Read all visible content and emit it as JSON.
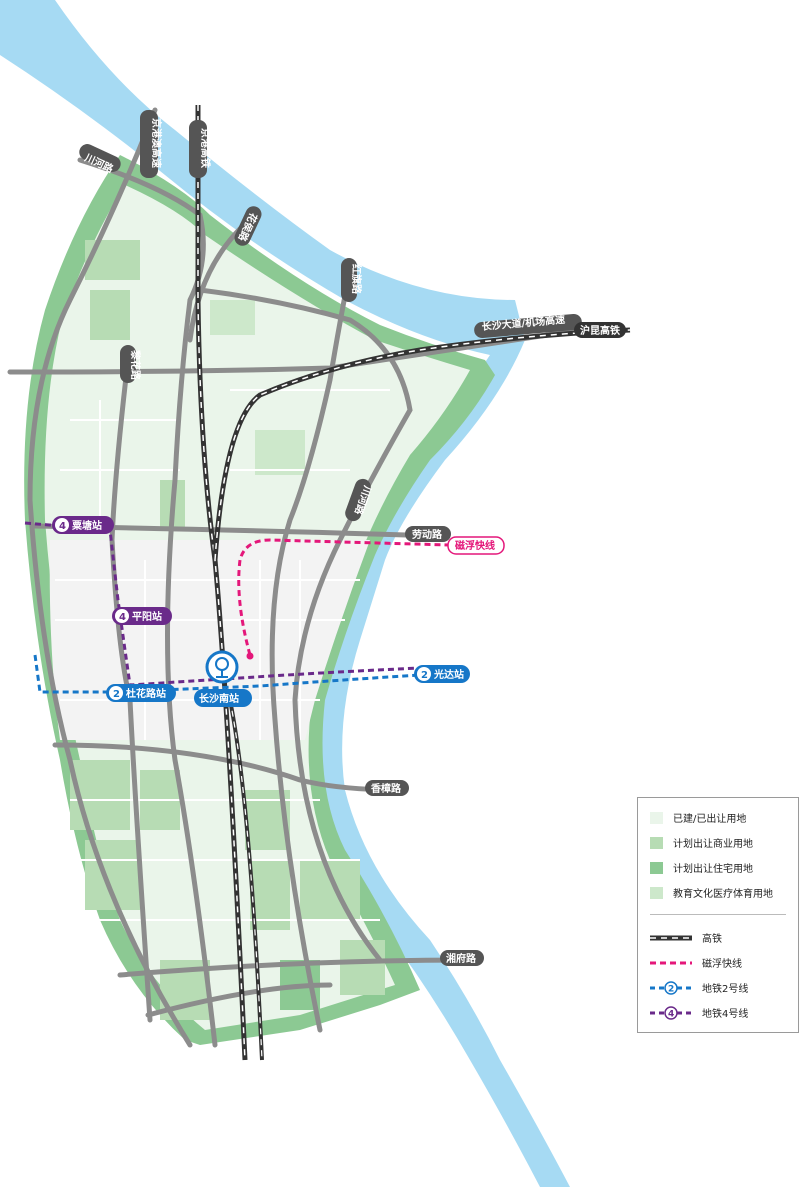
{
  "colors": {
    "river": "#a6daf3",
    "built": "#eaf5ea",
    "commercial": "#b7dcb4",
    "residential": "#8cc993",
    "education": "#cde8cb",
    "road": "#8c8c8c",
    "rail": "#333333",
    "maglev": "#e4177a",
    "metro2": "#1677c8",
    "metro4": "#6a2a8a"
  },
  "roads": {
    "jinggang_expressway": "京港澳高速",
    "jinggang_hsr": "京港高铁",
    "chuanhe_north": "川河路",
    "huahou": "花侯路",
    "hongqi": "红旗路",
    "changsha_avenue": "长沙大道/机场高速",
    "hukun_hsr": "沪昆高铁",
    "lihua": "黎花路",
    "chuanhe_east": "川河路",
    "laodong": "劳动路",
    "xiangzhang": "香樟路",
    "xiangfu": "湘府路"
  },
  "stations": {
    "litang": "粟塘站",
    "pingyang": "平阳站",
    "duhualu": "杜花路站",
    "guangda": "光达站",
    "changsha_south": "长沙南站",
    "maglev_line": "磁浮快线",
    "line2_num": "2",
    "line4_num": "4"
  },
  "legend": {
    "built": "已建/已出让用地",
    "commercial": "计划出让商业用地",
    "residential": "计划出让住宅用地",
    "education": "教育文化医疗体育用地",
    "hsr": "高铁",
    "maglev": "磁浮快线",
    "metro2": "地铁2号线",
    "metro4": "地铁4号线",
    "metro2_num": "2",
    "metro4_num": "4"
  }
}
